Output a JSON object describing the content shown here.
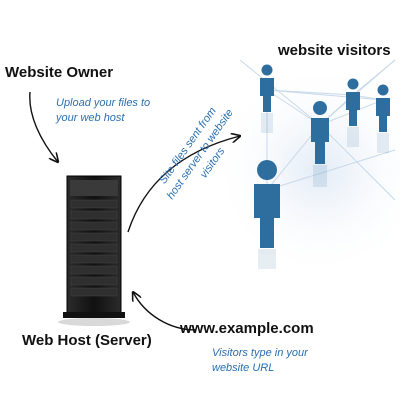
{
  "labels": {
    "website_owner": "Website Owner",
    "website_visitors": "website visitors",
    "web_host": "Web Host (Server)",
    "url": "www.example.com"
  },
  "notes": {
    "upload": [
      "Upload your files to",
      "your web host"
    ],
    "site_files": [
      "Site files sent from",
      "host server to website",
      "visitors"
    ],
    "visitors_type": [
      "Visitors type in your",
      "website URL"
    ]
  },
  "colors": {
    "text_blue": "#2a6fb0",
    "person_blue": "#2e6e9e",
    "server_dark": "#1a1a1a",
    "network_line": "#c9d9ea"
  },
  "icons": {
    "server": "server-tower-icon",
    "person": "person-icon"
  }
}
